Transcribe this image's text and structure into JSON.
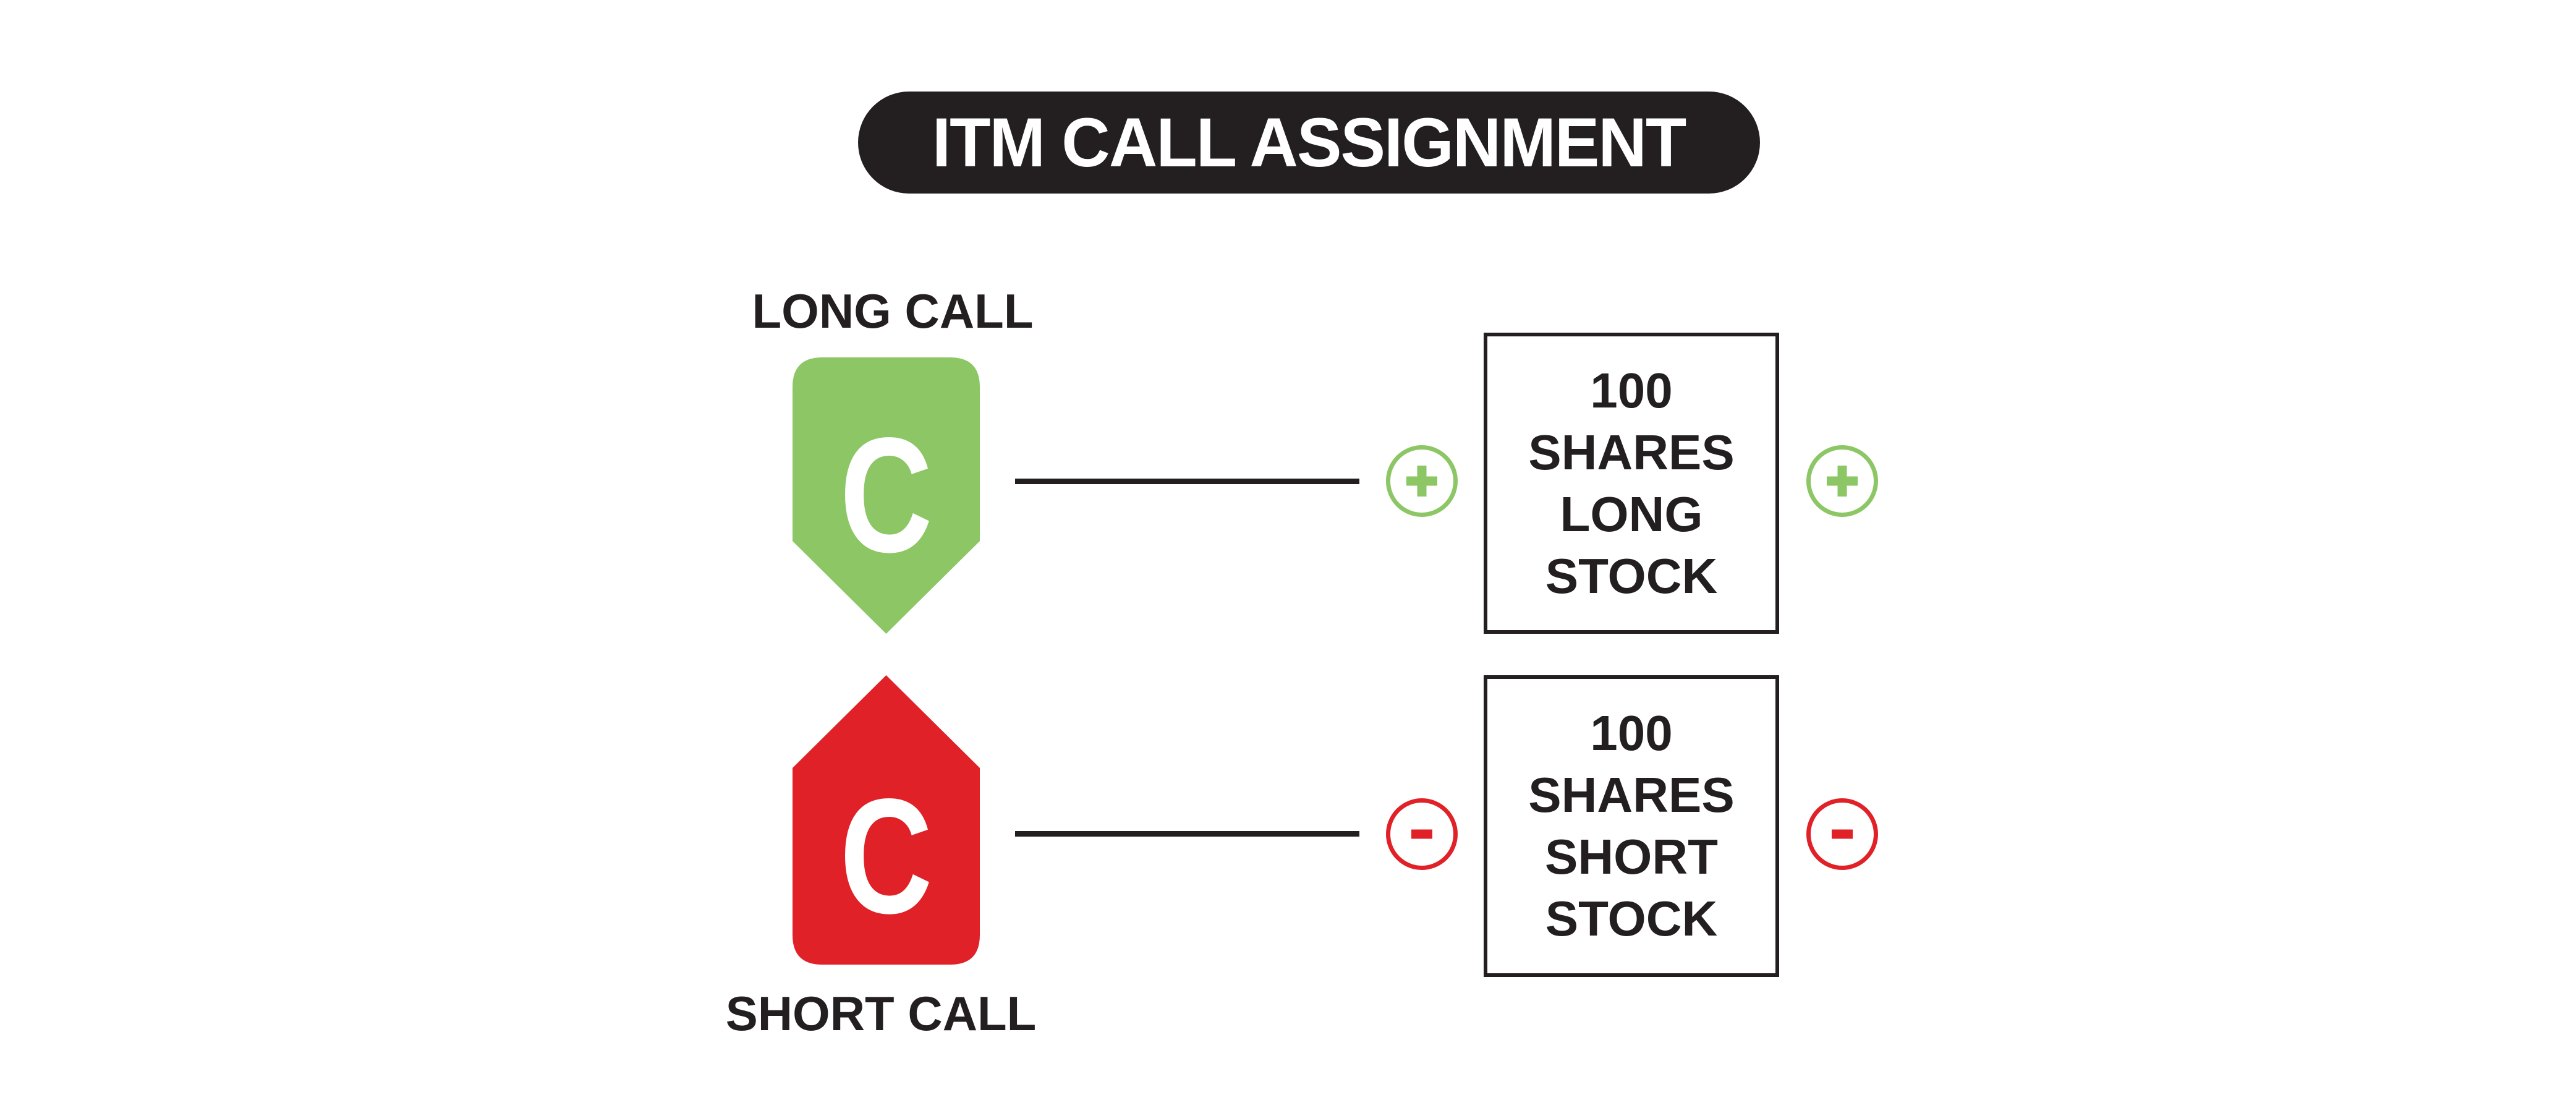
{
  "title": "ITM CALL ASSIGNMENT",
  "colors": {
    "ink": "#231F20",
    "green": "#8CC665",
    "red": "#E02128",
    "background": "#FFFFFF"
  },
  "icons": {
    "long_badge": "call-badge-down-icon",
    "short_badge": "call-badge-up-icon",
    "plus": "plus-icon",
    "minus": "minus-icon"
  },
  "long_call_row": {
    "label": "LONG CALL",
    "badge_letter": "C",
    "sign": "+",
    "result_box_lines": [
      "100",
      "SHARES",
      "LONG",
      "STOCK"
    ]
  },
  "short_call_row": {
    "label": "SHORT CALL",
    "badge_letter": "C",
    "sign": "-",
    "result_box_lines": [
      "100",
      "SHARES",
      "SHORT",
      "STOCK"
    ]
  }
}
